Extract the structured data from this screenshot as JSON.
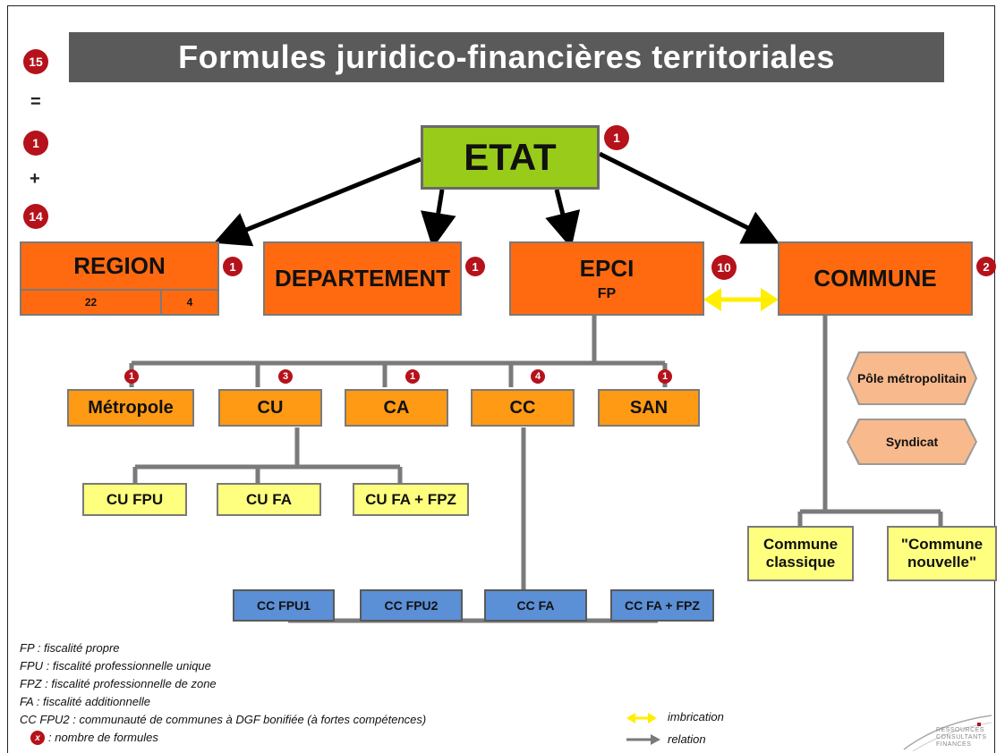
{
  "title": "Formules juridico-financières territoriales",
  "side": {
    "total": "15",
    "equals": "=",
    "a": "1",
    "plus": "+",
    "b": "14"
  },
  "etat": {
    "label": "ETAT",
    "badge": "1"
  },
  "region": {
    "label": "REGION",
    "sub_left": "22",
    "sub_right": "4",
    "badge": "1"
  },
  "departement": {
    "label": "DEPARTEMENT",
    "badge": "1"
  },
  "epci": {
    "label": "EPCI",
    "sub": "FP",
    "badge": "10"
  },
  "commune": {
    "label": "COMMUNE",
    "badge": "2"
  },
  "epci_types": [
    {
      "label": "Métropole",
      "badge": "1"
    },
    {
      "label": "CU",
      "badge": "3"
    },
    {
      "label": "CA",
      "badge": "1"
    },
    {
      "label": "CC",
      "badge": "4"
    },
    {
      "label": "SAN",
      "badge": "1"
    }
  ],
  "cu_types": [
    "CU FPU",
    "CU FA",
    "CU FA + FPZ"
  ],
  "cc_types": [
    "CC FPU1",
    "CC FPU2",
    "CC FA",
    "CC FA + FPZ"
  ],
  "hexagons": [
    "Pôle métropolitain",
    "Syndicat"
  ],
  "commune_types": [
    "Commune classique",
    "\"Commune nouvelle\""
  ],
  "legend": [
    "FP : fiscalité propre",
    "FPU : fiscalité professionnelle unique",
    "FPZ : fiscalité professionnelle de zone",
    "FA : fiscalité additionnelle",
    "CC FPU2 : communauté de communes à DGF bonifiée (à fortes compétences)",
    ": nombre de formules"
  ],
  "legend_badge": "x",
  "keys": {
    "imbrication": "imbrication",
    "relation": "relation"
  },
  "logo": {
    "line1": "RESSOURCES",
    "line2": "CONSULTANTS",
    "line3": "FINANCES"
  },
  "colors": {
    "etat": "#99cc1a",
    "level1": "#ff6a10",
    "level2": "#ff9a14",
    "cu": "#ffff7f",
    "cc": "#5b8fd6",
    "badge": "#b5121b",
    "imbrication": "#ffee00",
    "relation": "#7a7a7a"
  }
}
